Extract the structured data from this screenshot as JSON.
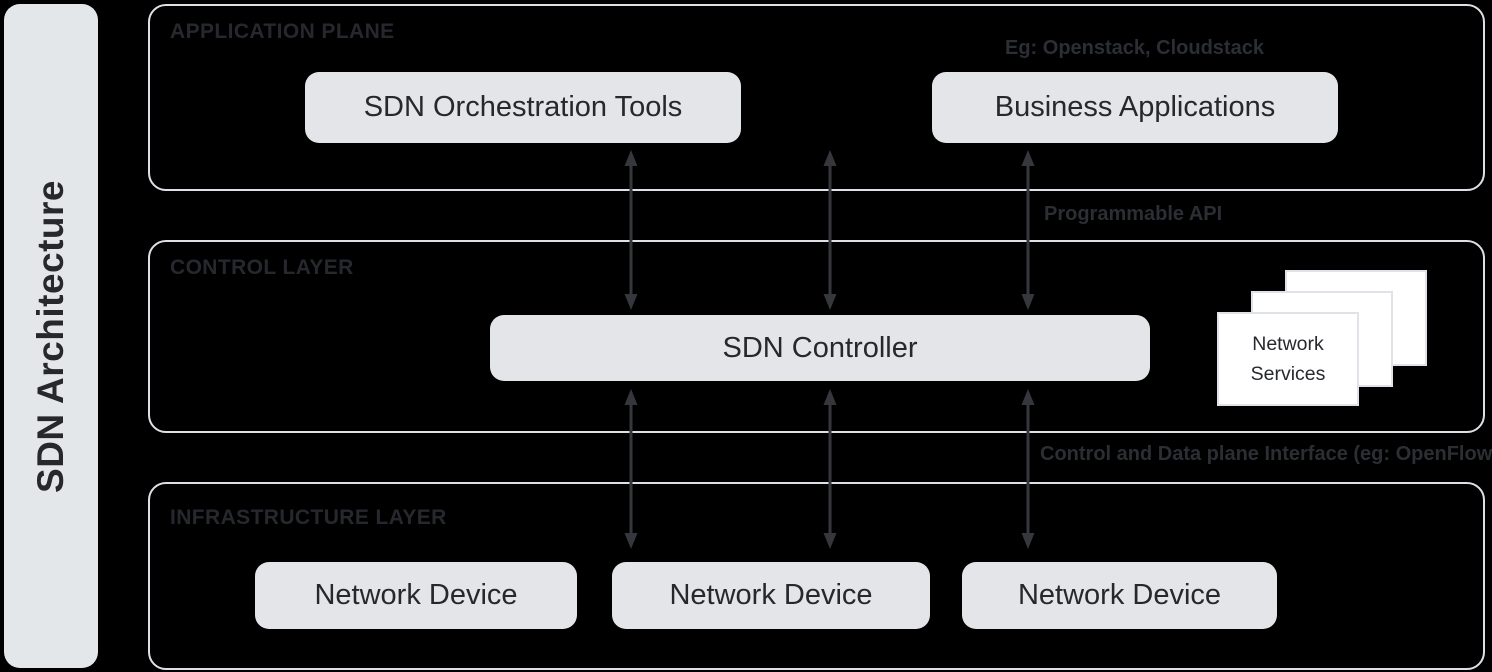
{
  "sidebar": {
    "label": "SDN Architecture"
  },
  "layers": {
    "application": {
      "title": "APPLICATION PLANE",
      "example_note": "Eg: Openstack, Cloudstack",
      "orchestration_box": "SDN Orchestration Tools",
      "business_box": "Business Applications"
    },
    "control": {
      "title": "CONTROL LAYER",
      "controller_box": "SDN Controller",
      "network_services_card": "Network Services"
    },
    "infrastructure": {
      "title": "INFRASTRUCTURE LAYER",
      "device_box_1": "Network Device",
      "device_box_2": "Network Device",
      "device_box_3": "Network Device"
    }
  },
  "interface_labels": {
    "northbound": "Programmable API",
    "southbound": "Control and Data plane Interface (eg: OpenFlow)"
  },
  "colors": {
    "background": "#000000",
    "layer_border": "#dde1e6",
    "box_fill": "#e3e5e8",
    "text_dark": "#26282e",
    "annotation_text": "#2b2e33",
    "arrow": "#35373d",
    "card_fill": "#ffffff",
    "card_border": "#dfe2e6",
    "sidebar_fill": "#e4e7ea"
  }
}
